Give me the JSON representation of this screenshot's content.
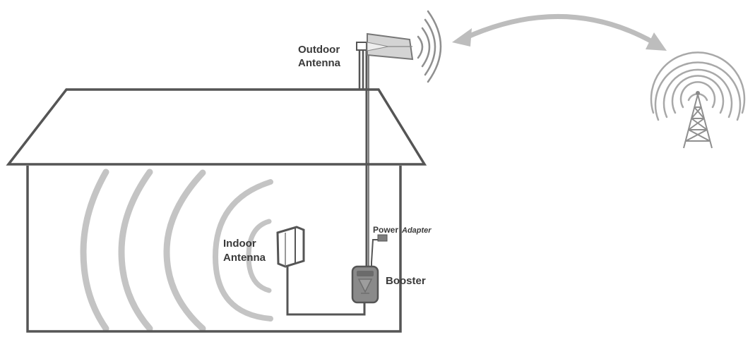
{
  "labels": {
    "outdoor_antenna_line1": "Outdoor",
    "outdoor_antenna_line2": "Antenna",
    "indoor_antenna_line1": "Indoor",
    "indoor_antenna_line2": "Antenna",
    "power_adapter_word1": "Power",
    "power_adapter_word2": "Adapter",
    "booster": "Booster"
  },
  "colors": {
    "outline": "#5a5a5a",
    "waves": "#c8c8c8",
    "arrow": "#bcbcbc",
    "booster_body": "#8a8a8a",
    "text": "#3a3a3a"
  }
}
